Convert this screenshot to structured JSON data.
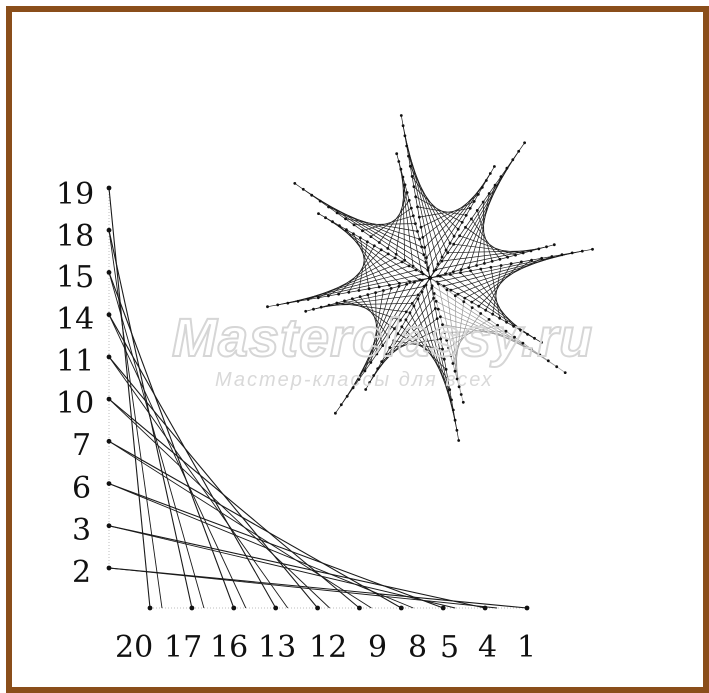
{
  "diagram": {
    "watermark": {
      "title": "Masterclassy.ru",
      "subtitle": "Мастер-классы для всех"
    },
    "vertical_labels": [
      "19",
      "18",
      "15",
      "14",
      "11",
      "10",
      "7",
      "6",
      "3",
      "2"
    ],
    "horizontal_labels": [
      "20",
      "17",
      "16",
      "13",
      "12",
      "9",
      "8",
      "5",
      "4",
      "1"
    ],
    "colors": {
      "frame": "#8a4e1a",
      "thread": "#1a1a1a",
      "thread_light": "#9a9a9a",
      "dot": "#111111"
    },
    "pinwheel_blades": 8
  }
}
